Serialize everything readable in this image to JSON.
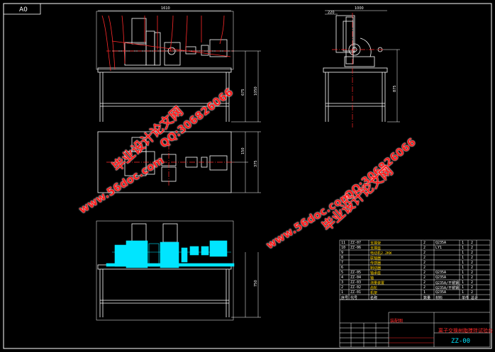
{
  "sheet": {
    "format": "A0"
  },
  "dimensions": {
    "top_width": "1610",
    "side_width": "1000",
    "side_small": "220",
    "height_front": "675",
    "height_overall": "1050",
    "height_side": "875",
    "plan_w1": "150",
    "plan_w2": "375",
    "bottom_h": "750"
  },
  "watermarks": [
    {
      "text": "www.56doc.com",
      "type": "url"
    },
    {
      "text": "毕业设计论文网",
      "type": "cn"
    },
    {
      "text": "QQ:306826066",
      "type": "qq"
    },
    {
      "text": "QQ:306826066",
      "type": "qq"
    },
    {
      "text": "www.56doc.com",
      "type": "url"
    },
    {
      "text": "毕业设计论文网",
      "type": "cn"
    }
  ],
  "bom": {
    "rows": [
      {
        "no": "11",
        "code": "ZZ-07",
        "name": "支撑架",
        "qty": "2",
        "material": "Q235A",
        "a": "1",
        "b": "2"
      },
      {
        "no": "10",
        "code": "ZZ-06",
        "name": "支撑座",
        "qty": "2",
        "material": "LY1",
        "a": "1",
        "b": "2"
      },
      {
        "no": "9",
        "code": "",
        "name": "电动机2.2KW",
        "qty": "2",
        "material": "",
        "a": "1",
        "b": "2"
      },
      {
        "no": "8",
        "code": "",
        "name": "联轴器",
        "qty": "2",
        "material": "",
        "a": "1",
        "b": "2"
      },
      {
        "no": "7",
        "code": "",
        "name": "传感器",
        "qty": "2",
        "material": "",
        "a": "1",
        "b": "2"
      },
      {
        "no": "6",
        "code": "",
        "name": "制动器",
        "qty": "2",
        "material": "",
        "a": "1",
        "b": "2"
      },
      {
        "no": "5",
        "code": "ZZ-05",
        "name": "轴承座",
        "qty": "2",
        "material": "Q235A",
        "a": "1",
        "b": "2"
      },
      {
        "no": "4",
        "code": "ZZ-04",
        "name": "轴",
        "qty": "2",
        "material": "Q235A",
        "a": "1",
        "b": "2"
      },
      {
        "no": "3",
        "code": "ZZ-03",
        "name": "测量装置",
        "qty": "2",
        "material": "Q235A/不锈钢",
        "a": "1",
        "b": "2"
      },
      {
        "no": "2",
        "code": "ZZ-02",
        "name": "齿轮",
        "qty": "2",
        "material": "Q235A/不锈钢",
        "a": "1",
        "b": "2"
      },
      {
        "no": "1",
        "code": "ZZ-01",
        "name": "机架",
        "qty": "1",
        "material": "Q235A",
        "a": "1",
        "b": "2"
      }
    ],
    "header": {
      "no": "序号",
      "code": "代号",
      "name": "名称",
      "qty": "数量",
      "material": "材料",
      "a": "单件",
      "b": "总计"
    }
  },
  "title_block": {
    "school": "装配图",
    "name": "离子交换树脂搅拌试验台",
    "drawing_no": "ZZ-00"
  },
  "colors": {
    "background": "#000000",
    "outline": "#ffffff",
    "dimension": "#ffffff",
    "center_line": "#ff2a2a",
    "highlight": "#00e5ff",
    "watermark": "#ff1d1d",
    "label": "#ffd400"
  }
}
